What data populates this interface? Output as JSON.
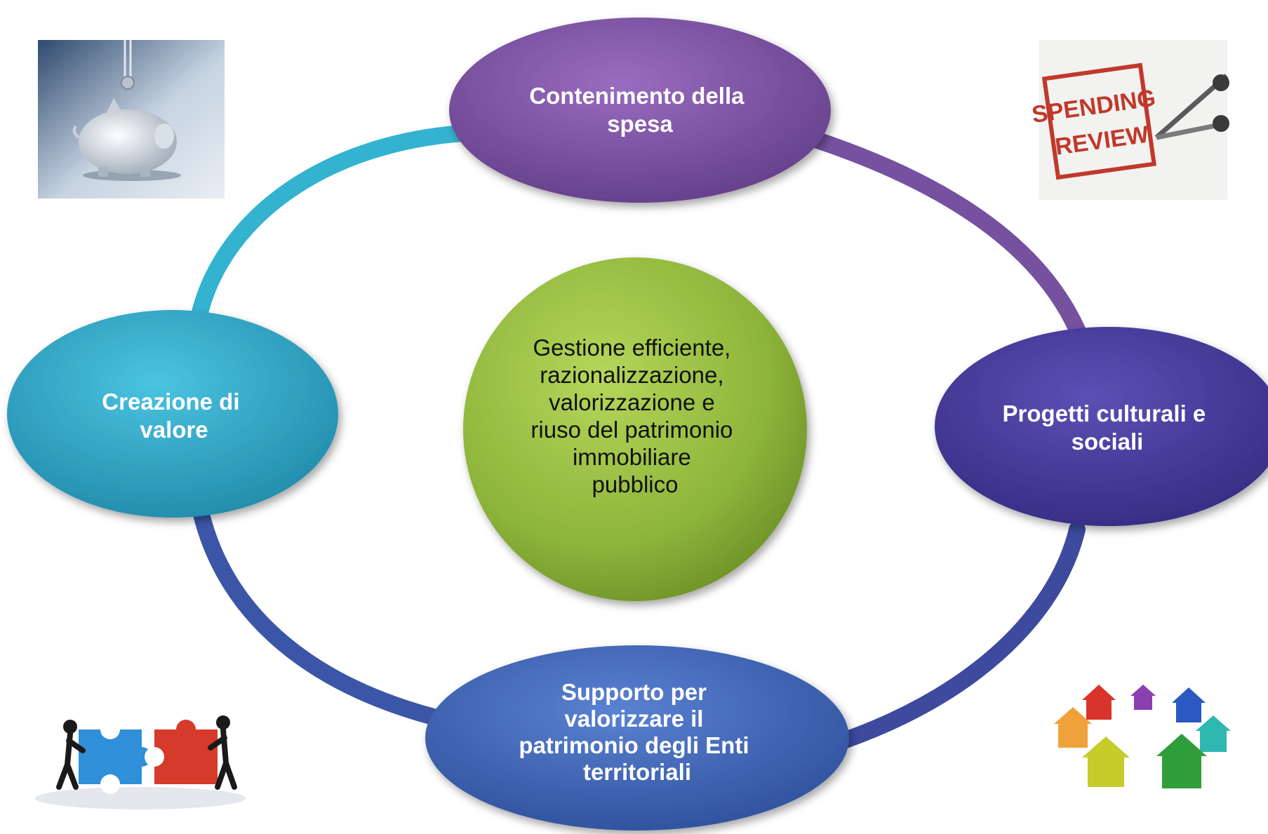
{
  "center": {
    "lines": [
      "Gestione efficiente,",
      "razionalizzazione,",
      "valorizzazione e",
      "riuso del patrimonio",
      "immobiliare",
      "pubblico"
    ],
    "color": "#8db43a"
  },
  "nodes": {
    "top": {
      "lines": [
        "Contenimento della",
        "spesa"
      ],
      "color": "#7a4f9e"
    },
    "right": {
      "lines": [
        "Progetti culturali e",
        "sociali"
      ],
      "color": "#4a3d9c"
    },
    "bottom": {
      "lines": [
        "Supporto per",
        "valorizzare il",
        "patrimonio degli Enti",
        "territoriali"
      ],
      "color": "#3c62b5"
    },
    "left": {
      "lines": [
        "Creazione di",
        "valore"
      ],
      "color": "#2aa6c9"
    }
  },
  "ring_colors": {
    "cyan": "#34b3d0",
    "purple": "#7551a0",
    "indigo": "#3d4a9e"
  },
  "images": {
    "spending_review_stamp": {
      "lines": [
        "SPENDING",
        "REVIEW"
      ],
      "color": "#c0392b"
    }
  },
  "icons": [
    "piggy-bank-icon",
    "spending-review-scissors-icon",
    "puzzle-people-icon",
    "colored-houses-icon"
  ]
}
